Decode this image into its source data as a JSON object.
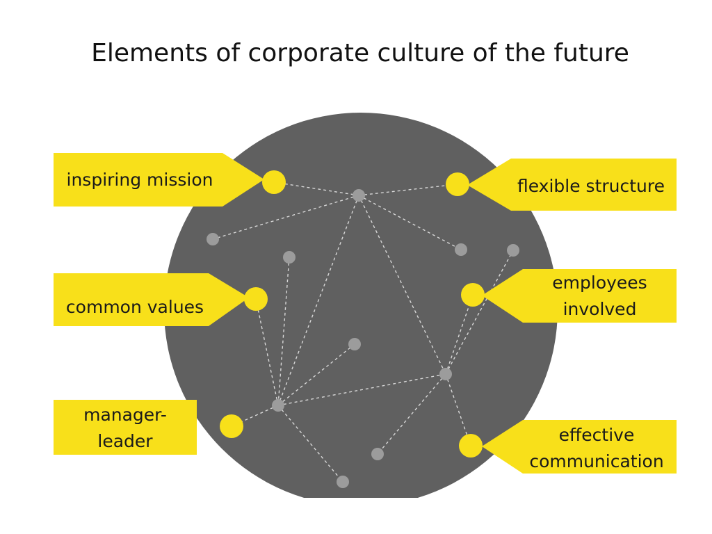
{
  "title": "Elements of corporate culture of the future",
  "colors": {
    "background": "#ffffff",
    "circle": "#606060",
    "callout": "#f8e01a",
    "node": "#9c9c9c",
    "dash": "#d8d8d8",
    "text": "#1a1a1a"
  },
  "elements": {
    "inspiring_mission": "inspiring mission",
    "flexible_structure": "flexible structure",
    "common_values": "common values",
    "employees_involved_line1": "employees",
    "employees_involved_line2": "involved",
    "manager_leader_line1": "manager-",
    "manager_leader_line2": "leader",
    "effective_communication_line1": "effective",
    "effective_communication_line2": "communication"
  }
}
